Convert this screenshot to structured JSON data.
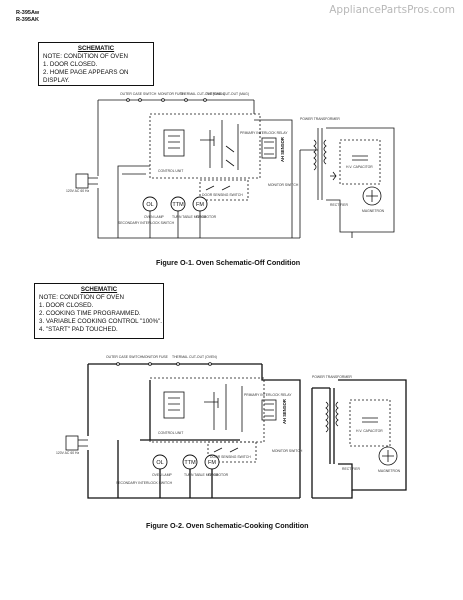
{
  "watermark": "AppliancePartsPros.com",
  "model_lines": [
    "R-395Aw",
    "R-395AK"
  ],
  "figure1": {
    "note_title": "SCHEMATIC",
    "note_lines": [
      "NOTE: CONDITION OF OVEN",
      "1.  DOOR CLOSED.",
      "2.  HOME PAGE APPEARS ON",
      "     DISPLAY."
    ],
    "caption": "Figure O-1. Oven Schematic-Off Condition",
    "labels": {
      "outer_case": "OUTER CASE SWITCH",
      "monitor_fuse": "MONITOR FUSE",
      "thermal_cutout": "THERMAL CUT-OUT (OVEN)",
      "thermal_cutout_mag": "THERMAL CUT-OUT (MAG)",
      "control_unit": "CONTROL UNIT",
      "ah_sensor": "AH SENSOR",
      "power_transformer": "POWER TRANSFORMER",
      "monitor_switch": "MONITOR SWITCH",
      "rectifier": "RECTIFIER",
      "magnetron": "MAGNETRON",
      "hv_capacitor": "H.V. CAPACITOR",
      "secondary_interlock": "SECONDARY INTERLOCK SWITCH",
      "door_sensing": "DOOR SENSING SWITCH",
      "primary_interlock": "PRIMARY INTERLOCK RELAY",
      "oven_lamp": "OVEN LAMP",
      "turntable_motor": "TURN TABLE MOTOR",
      "fan_motor": "FAN MOTOR",
      "supply": "120V AC 60 Hz",
      "ol": "OL",
      "ttm": "TTM",
      "fm": "FM"
    }
  },
  "figure2": {
    "note_title": "SCHEMATIC",
    "note_lines": [
      "NOTE: CONDITION OF OVEN",
      "1.  DOOR CLOSED.",
      "2.  COOKING TIME PROGRAMMED.",
      "3.  VARIABLE COOKING CONTROL \"100%\".",
      "4.  \"START\" PAD TOUCHED."
    ],
    "caption": "Figure O-2. Oven Schematic-Cooking Condition",
    "labels": {
      "outer_case": "OUTER CASE SWITCH",
      "monitor_fuse": "MONITOR FUSE",
      "thermal_cutout": "THERMAL CUT-OUT (OVEN)",
      "control_unit": "CONTROL UNIT",
      "ah_sensor": "AH SENSOR",
      "power_transformer": "POWER TRANSFORMER",
      "monitor_switch": "MONITOR SWITCH",
      "rectifier": "RECTIFIER",
      "magnetron": "MAGNETRON",
      "hv_capacitor": "H.V. CAPACITOR",
      "secondary_interlock": "SECONDARY INTERLOCK SWITCH",
      "door_sensing": "DOOR SENSING SWITCH",
      "primary_interlock": "PRIMARY INTERLOCK RELAY",
      "oven_lamp": "OVEN LAMP",
      "turntable_motor": "TURN TABLE MOTOR",
      "fan_motor": "FAN MOTOR",
      "supply": "120V AC 60 Hz",
      "ol": "OL",
      "ttm": "TTM",
      "fm": "FM"
    }
  }
}
